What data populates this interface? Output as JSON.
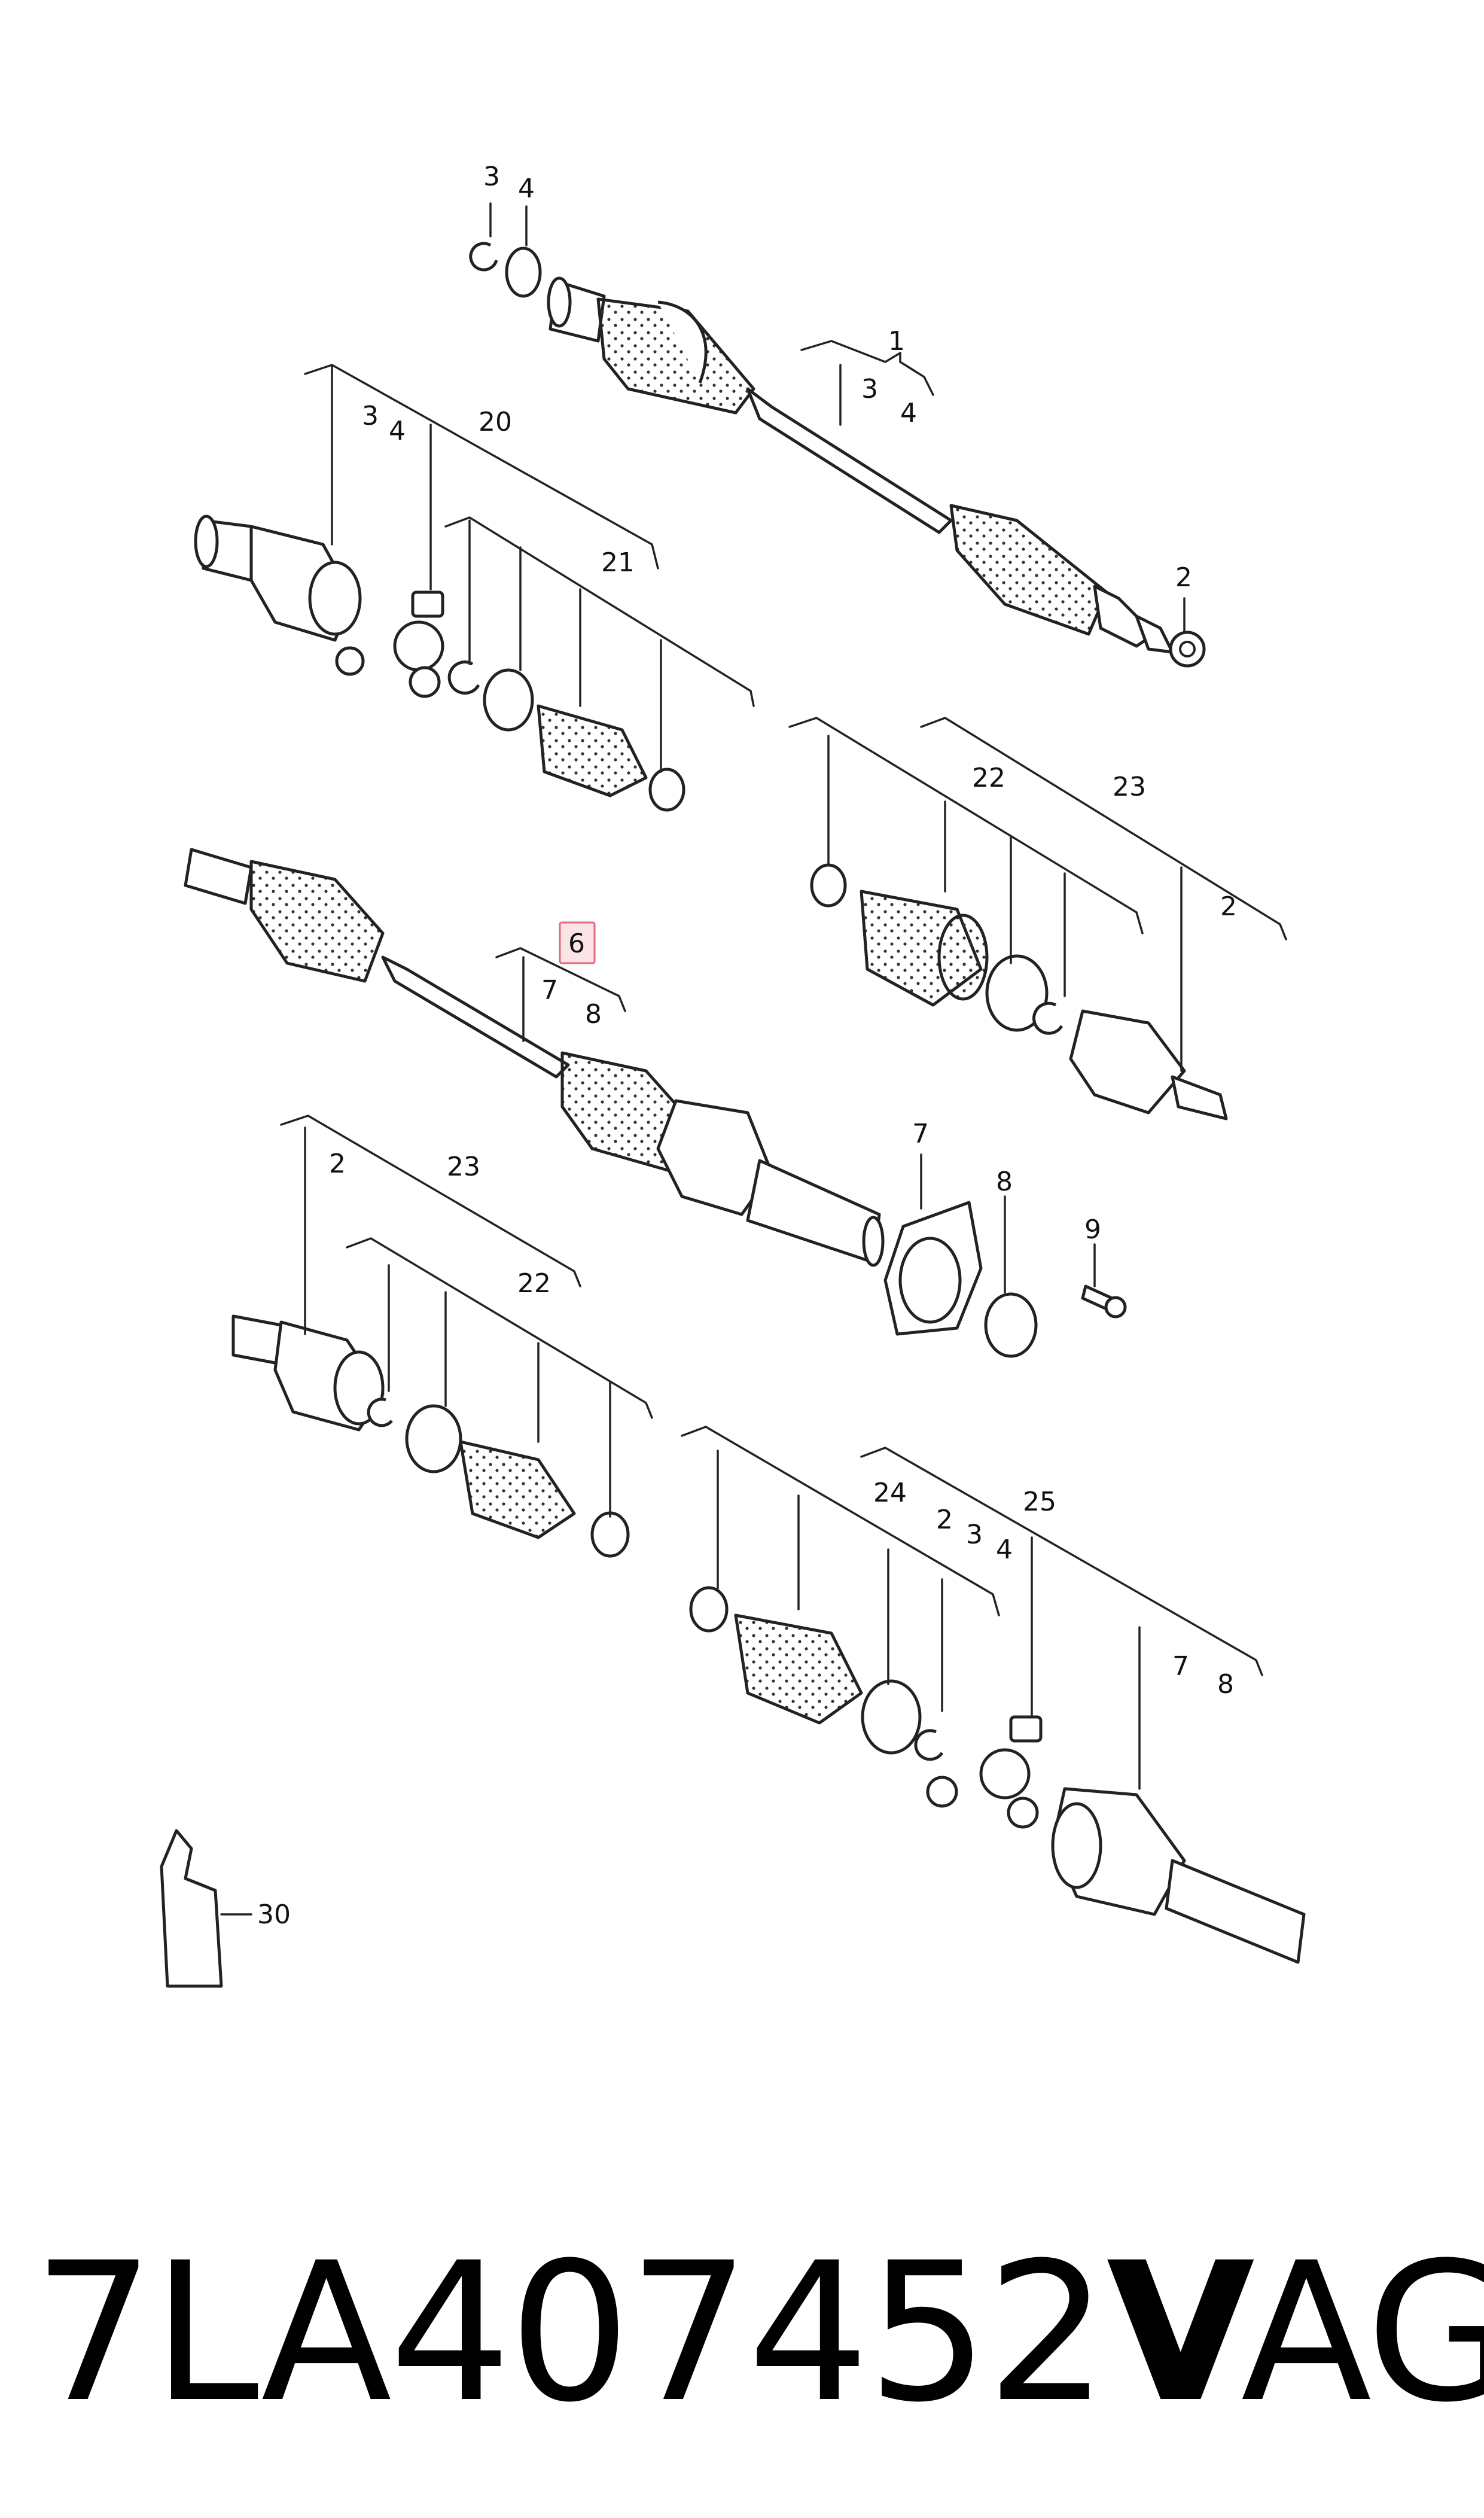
{
  "callouts": {
    "c3_top": "3",
    "c4_top": "4",
    "c1": "1",
    "c3_g1": "3",
    "c4_g1": "4",
    "c2_nut": "2",
    "c3_g2": "3",
    "c4_g2": "4",
    "c20": "20",
    "c21": "21",
    "c22_r": "22",
    "c23_r": "23",
    "c2_r": "2",
    "c6": "6",
    "c7_mid": "7",
    "c8_mid": "8",
    "c7_seal": "7",
    "c8_ring": "8",
    "c9_bolt": "9",
    "c2_l": "2",
    "c23_l": "23",
    "c22_l": "22",
    "c24": "24",
    "c2_b": "2",
    "c3_b": "3",
    "c4_b": "4",
    "c25": "25",
    "c7_b": "7",
    "c8_b": "8",
    "c30": "30"
  },
  "footer": {
    "part_number": "7LA407452V",
    "brand": "VAG"
  },
  "colors": {
    "line": "#222222",
    "highlight_fill": "#fbe3e6",
    "highlight_stroke": "#e06a7c"
  }
}
